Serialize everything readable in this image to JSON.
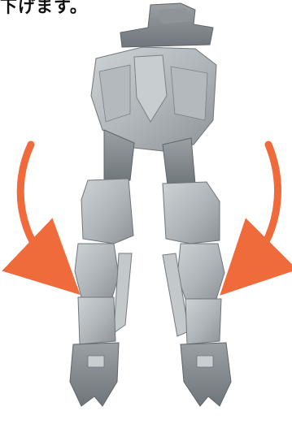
{
  "caption": "下げます。",
  "colors": {
    "arrow": "#ef6b3c",
    "armor_light": "#bfc4c7",
    "armor_mid": "#a3a9ad",
    "armor_dark": "#6f767b",
    "background": "#ffffff"
  },
  "image": {
    "subject": "robot-model-lower-body",
    "arrows": [
      "curved-arrow-left",
      "curved-arrow-right"
    ]
  }
}
